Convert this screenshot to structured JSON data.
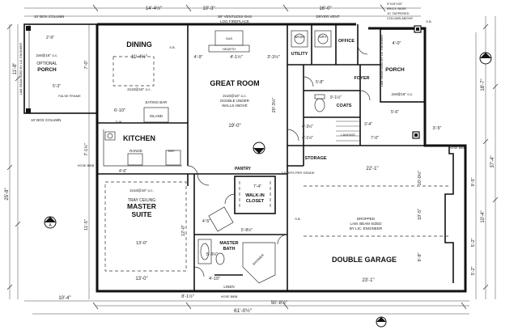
{
  "rooms": {
    "dining": "DINING",
    "dining_size": "11'-4½\"",
    "great_room": "GREAT ROOM",
    "great_room_size": "19'-0\"",
    "kitchen": "KITCHEN",
    "master_suite_1": "MASTER",
    "master_suite_2": "SUITE",
    "tray_ceiling": "TRAY CEILING",
    "master_bath_1": "MASTER",
    "master_bath_2": "BATH",
    "walk_in_1": "WALK-IN",
    "walk_in_2": "CLOSET",
    "pantry": "PANTRY",
    "double_garage": "DOUBLE GARAGE",
    "porch_left_1": "OPTIONAL",
    "porch_left_2": "PORCH",
    "porch_right": "PORCH",
    "utility": "UTILITY",
    "wash": "WASH",
    "dry": "DRY",
    "office": "OFFICE",
    "foyer": "FOYER",
    "coats": "COATS",
    "storage": "STORAGE",
    "landing": "LANDING",
    "linen": "LINEN",
    "range": "RANGE",
    "island": "ISLAND",
    "eating_bar": "EATING BAR",
    "hearth": "HEARTH",
    "ref": "REF.",
    "shower": "SHOWER"
  },
  "notes": {
    "box_column": "10' BOX COLUMN",
    "box_column_2": "10' BOX COLUMN",
    "fireplace_1": "36\" VENTLESS GAS",
    "fireplace_2": "LOG FIREPLACE",
    "dryer_vent": "DRYER VENT",
    "brick_base_1": "9\"x18\"x30\"",
    "brick_base_2": "BRICK BASE",
    "brick_base_3": "10' TAPPERED",
    "brick_base_4": "COLUMN ABOVE",
    "beam_great_1": "2x10@16\" o.c.",
    "beam_great_2": "DOUBLE UNDER",
    "beam_great_3": "WALLS ABOVE",
    "beam_master": "2x10@16\" o.c.",
    "beam_dining": "2x10@16\" o.c.",
    "beam_porch": "2x8@16\" o.c.",
    "beam_porch_r": "2x8@16\" o.c.",
    "dropped_beam_1": "DROPPED",
    "dropped_beam_2": "LAM. BEAM SIZED",
    "dropped_beam_3": "BY LIC. ENGINEER",
    "steps": "3 STEPS PER GRADE",
    "hose_bibb": "HOSE BIBB",
    "hose_bibb_2": "HOSE BIBB",
    "hose_bibb_3": "HOSE BIBB",
    "lam_beam_left": "LAM. BEAM SIZED BY LIC. ENGINEER",
    "lam_beam_right": "LAM. BEAM SIZED BY LIC. ENGINEER",
    "false_frame": "FALSE FRAME",
    "gas": "GAS",
    "sb1": "S.B.",
    "sb2": "S.B.",
    "sb3": "S.B.",
    "dw": "D.W."
  },
  "dimensions": {
    "top_1": "14'-4½\"",
    "top_2": "10'-3\"",
    "top_3": "16'-0\"",
    "top_4": "4'-9\"",
    "top_5": "4'-1½\"",
    "top_6": "3'-3½\"",
    "top_7": "4'-0\"",
    "bottom_1": "10'-4\"",
    "bottom_2": "50'-8½\"",
    "bottom_total": "61'-0½\"",
    "bottom_3": "13'-0\"",
    "bottom_4": "4'-10\"",
    "bottom_5": "8'-1½\"",
    "bottom_6": "23'-1\"",
    "left_1": "25'-8\"",
    "left_2": "11'-8\"",
    "left_3": "7'-1½\"",
    "left_4": "11'-5\"",
    "left_5": "7'-0\"",
    "right_total": "37'-4\"",
    "right_1": "18'-7\"",
    "right_2": "3'-5\"",
    "right_3": "10'-4\"",
    "right_4": "9'-5\"",
    "right_5": "5'-2\"",
    "right_6": "5'-2\"",
    "garage_w": "22'-1\"",
    "garage_h1": "10'-0½\"",
    "garage_h2": "10'-5\"",
    "garage_h3": "9'-8\"",
    "great_h": "20'-3½\"",
    "kitchen_w": "4'-6\"",
    "dining_w2": "6'-10\"",
    "master_w": "13'-0\"",
    "master_h": "12'-0\"",
    "closet_w": "7'-4\"",
    "mb_1": "5'-3½\"",
    "mb_2": "4'-5\"",
    "mb_3": "5'-8½\"",
    "foyer_1": "5'-8\"",
    "foyer_2": "3'-4\"",
    "foyer_3": "9'-1½\"",
    "stor_1": "4'-3½\"",
    "stor_2": "4'-1½\"",
    "stor_3": "7'-0\"",
    "porch_1": "5'-6\"",
    "porch_2": "5'-3\"",
    "porch_3": "2'-9\""
  }
}
